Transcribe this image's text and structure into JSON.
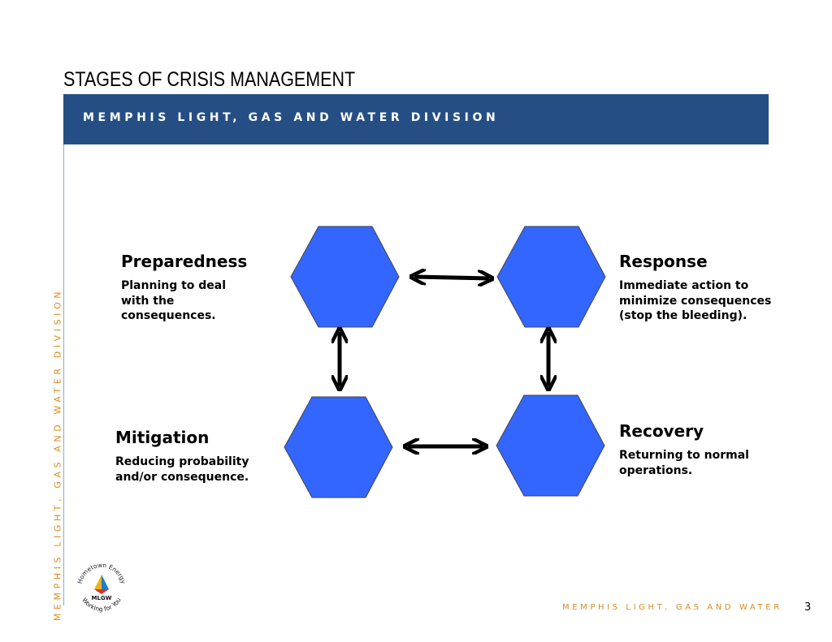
{
  "slide": {
    "title": "STAGES OF CRISIS MANAGEMENT",
    "banner": "MEMPHIS LIGHT, GAS AND WATER DIVISION",
    "side_label": "MEMPHIS LIGHT, GAS AND WATER DIVISION",
    "footer": "MEMPHIS LIGHT, GAS AND WATER",
    "page_number": "3"
  },
  "stages": {
    "preparedness": {
      "title": "Preparedness",
      "desc": "Planning to deal with the consequences."
    },
    "response": {
      "title": "Response",
      "desc": "Immediate action to minimize consequences (stop the bleeding)."
    },
    "mitigation": {
      "title": "Mitigation",
      "desc": "Reducing probability and/or consequence."
    },
    "recovery": {
      "title": "Recovery",
      "desc": "Returning to normal operations."
    }
  },
  "logo": {
    "arc_top": "Hometown Energy",
    "arc_bottom": "Working for You",
    "mark": "MLGW"
  },
  "colors": {
    "banner": "#254f84",
    "hexagon": "#3366ff",
    "accent_text": "#d98c1c"
  }
}
